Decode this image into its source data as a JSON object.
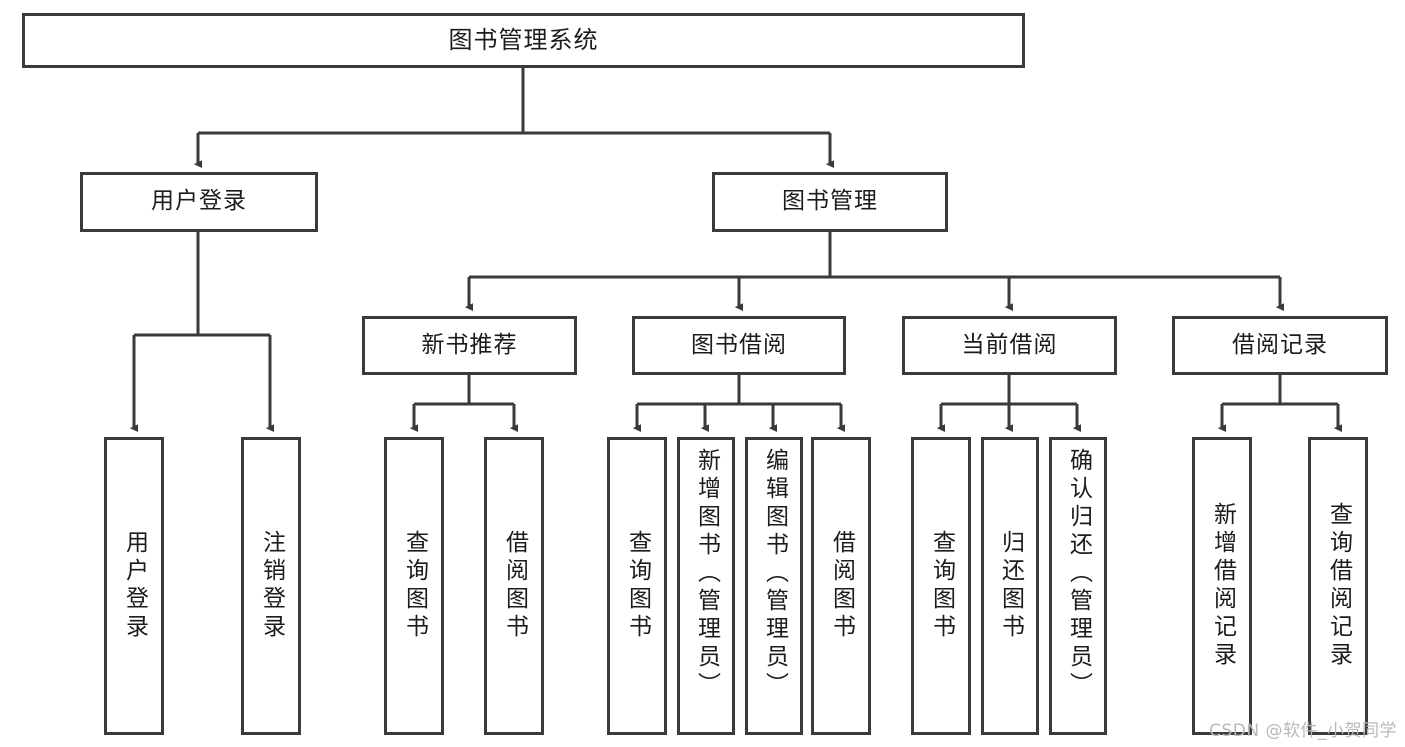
{
  "diagram": {
    "title": "图书管理系统",
    "watermark": "CSDN @软件_小贺同学",
    "colors": {
      "background": "#ffffff",
      "box_border": "#3a3a3a",
      "box_fill": "#ffffff",
      "text": "#1c1c1c",
      "edge": "#3a3a3a",
      "watermark": "#b9b9b9"
    },
    "root": {
      "id": "root",
      "label": "图书管理系统"
    },
    "level1": [
      {
        "id": "user-login",
        "label": "用户登录"
      },
      {
        "id": "book-management",
        "label": "图书管理"
      }
    ],
    "level2": [
      {
        "id": "new-book-recommend",
        "label": "新书推荐",
        "parent": "book-management"
      },
      {
        "id": "book-borrow",
        "label": "图书借阅",
        "parent": "book-management"
      },
      {
        "id": "current-borrow",
        "label": "当前借阅",
        "parent": "book-management"
      },
      {
        "id": "borrow-record",
        "label": "借阅记录",
        "parent": "book-management"
      }
    ],
    "leaves": {
      "user_login": [
        {
          "id": "leaf-user-login",
          "label": "用户登录"
        },
        {
          "id": "leaf-logout",
          "label": "注销登录"
        }
      ],
      "new_book_recommend": [
        {
          "id": "leaf-query-book-1",
          "label": "查询图书"
        },
        {
          "id": "leaf-borrow-book-1",
          "label": "借阅图书"
        }
      ],
      "book_borrow": [
        {
          "id": "leaf-query-book-2",
          "label": "查询图书"
        },
        {
          "id": "leaf-add-book",
          "label": "新增图书（管理员）"
        },
        {
          "id": "leaf-edit-book",
          "label": "编辑图书（管理员）"
        },
        {
          "id": "leaf-borrow-book-2",
          "label": "借阅图书"
        }
      ],
      "current_borrow": [
        {
          "id": "leaf-query-book-3",
          "label": "查询图书"
        },
        {
          "id": "leaf-return-book",
          "label": "归还图书"
        },
        {
          "id": "leaf-confirm-return",
          "label": "确认归还（管理员）"
        }
      ],
      "borrow_record": [
        {
          "id": "leaf-add-record",
          "label": "新增借阅记录"
        },
        {
          "id": "leaf-query-record",
          "label": "查询借阅记录"
        }
      ]
    }
  }
}
